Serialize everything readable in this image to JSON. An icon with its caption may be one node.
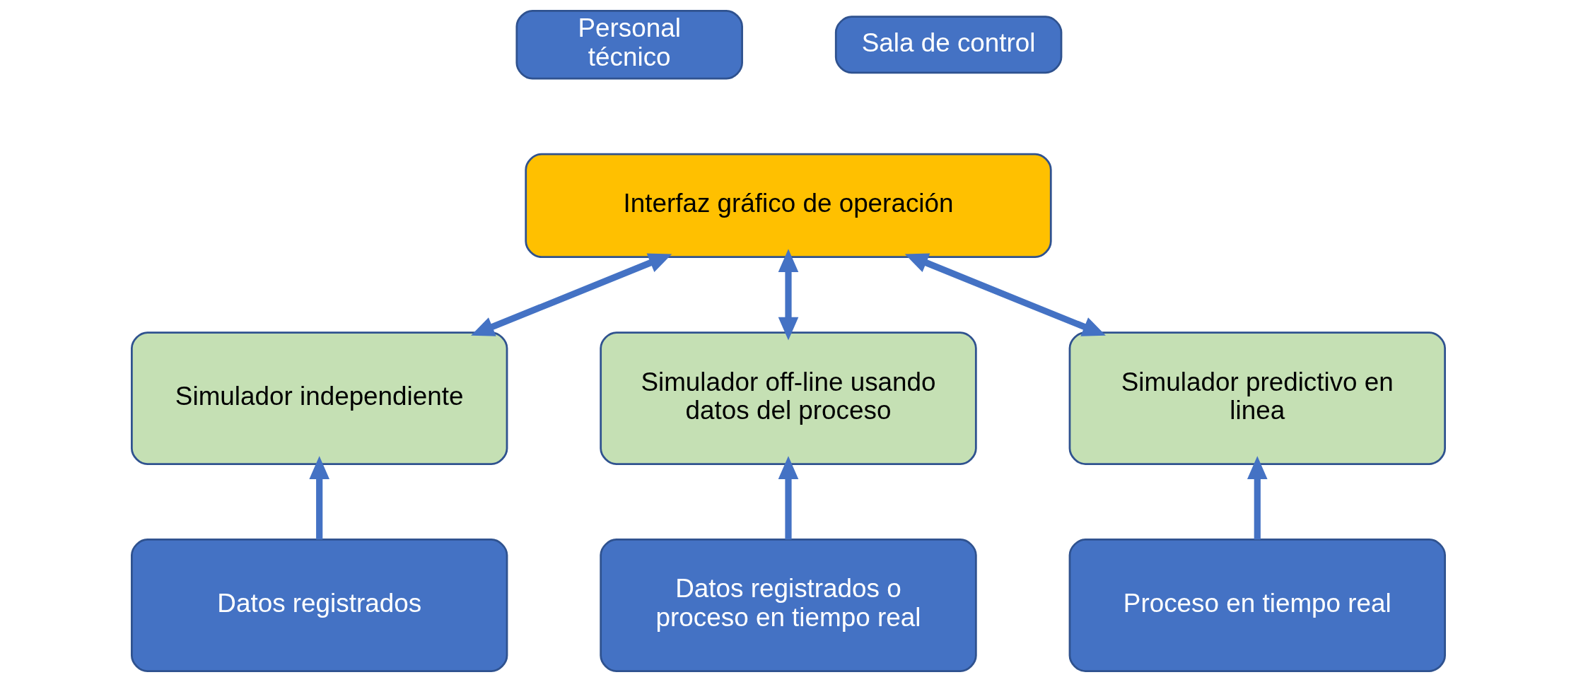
{
  "diagram": {
    "nodes": [
      {
        "text": [
          "Personal técnico"
        ]
      },
      {
        "text": [
          "Sala de control"
        ]
      },
      {
        "text": [
          "Interfaz gráfico de operación"
        ]
      },
      {
        "text": [
          "Simulador independiente"
        ]
      },
      {
        "text": [
          "Simulador off-line usando datos del proceso"
        ]
      },
      {
        "text": [
          "Simulador predictivo en linea"
        ]
      },
      {
        "text": [
          "Datos registrados"
        ]
      },
      {
        "text": [
          "Datos registrados o proceso en tiempo real"
        ]
      },
      {
        "text": [
          "Proceso en tiempo real"
        ]
      }
    ],
    "edges": [
      {
        "from": 3,
        "to": 2,
        "arrow": "both"
      },
      {
        "from": 4,
        "to": 2,
        "arrow": "both"
      },
      {
        "from": 5,
        "to": 2,
        "arrow": "both"
      },
      {
        "from": 6,
        "to": 3,
        "arrow": "to"
      },
      {
        "from": 7,
        "to": 4,
        "arrow": "to"
      },
      {
        "from": 8,
        "to": 5,
        "arrow": "to"
      }
    ]
  }
}
